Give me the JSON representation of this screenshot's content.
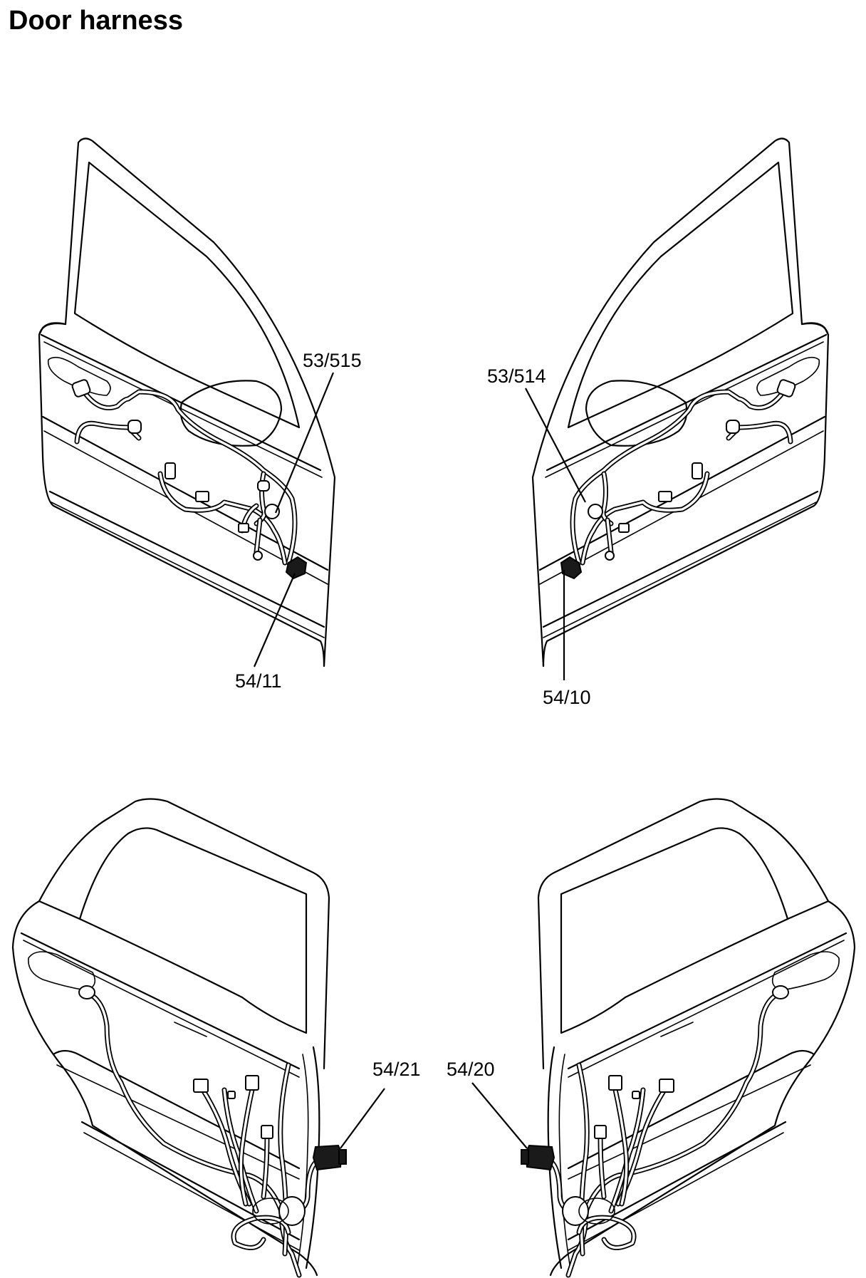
{
  "title": "Door harness",
  "labels": {
    "front_left_switch": "53/515",
    "front_right_switch": "53/514",
    "front_left_connector": "54/11",
    "front_right_connector": "54/10",
    "rear_left_connector": "54/21",
    "rear_right_connector": "54/20"
  }
}
